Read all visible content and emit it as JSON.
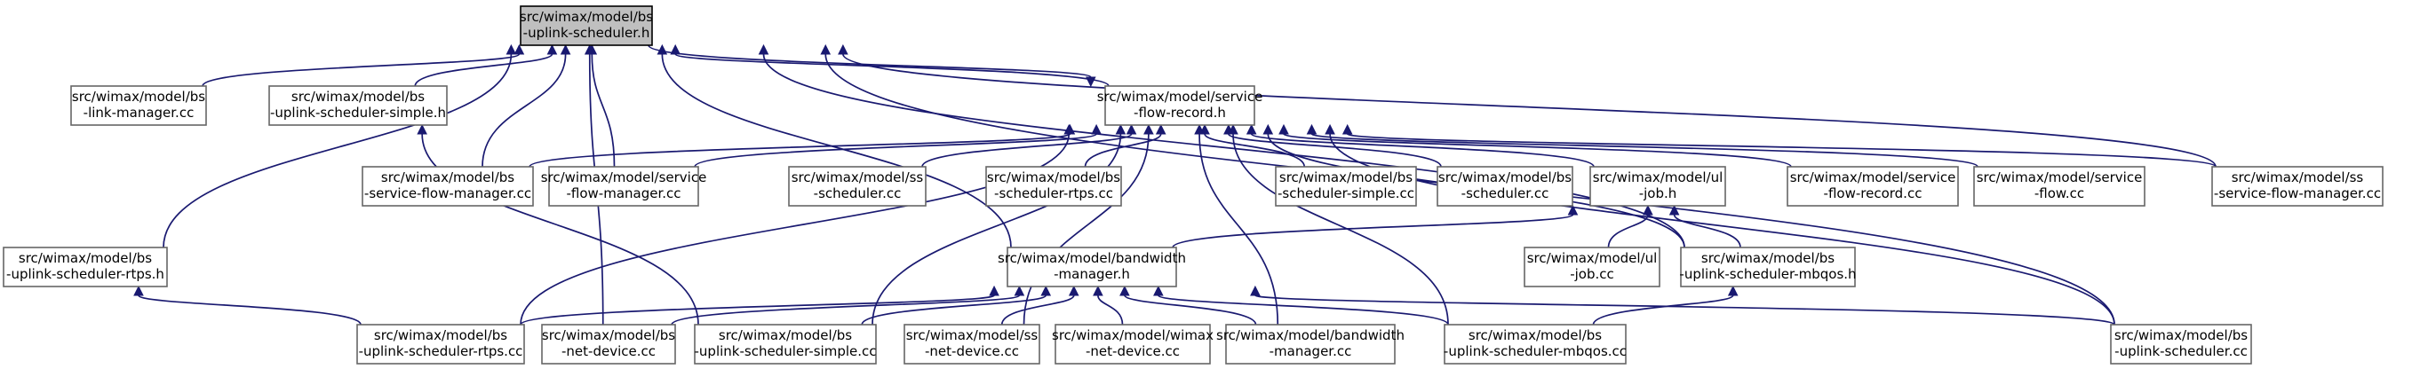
{
  "diagram": {
    "nodes": [
      {
        "id": "n0",
        "lines": [
          "src/wimax/model/bs",
          "-uplink-scheduler.h"
        ],
        "focus": true
      },
      {
        "id": "n1",
        "lines": [
          "src/wimax/model/bs",
          "-link-manager.cc"
        ]
      },
      {
        "id": "n2",
        "lines": [
          "src/wimax/model/bs",
          "-uplink-scheduler-simple.h"
        ]
      },
      {
        "id": "n3",
        "lines": [
          "src/wimax/model/service",
          "-flow-record.h"
        ]
      },
      {
        "id": "n4",
        "lines": [
          "src/wimax/model/bs",
          "-service-flow-manager.cc"
        ]
      },
      {
        "id": "n5",
        "lines": [
          "src/wimax/model/service",
          "-flow-manager.cc"
        ]
      },
      {
        "id": "n6",
        "lines": [
          "src/wimax/model/ss",
          "-scheduler.cc"
        ]
      },
      {
        "id": "n7",
        "lines": [
          "src/wimax/model/bs",
          "-scheduler-rtps.cc"
        ]
      },
      {
        "id": "n8",
        "lines": [
          "src/wimax/model/bs",
          "-scheduler-simple.cc"
        ]
      },
      {
        "id": "n9",
        "lines": [
          "src/wimax/model/bs",
          "-scheduler.cc"
        ]
      },
      {
        "id": "n10",
        "lines": [
          "src/wimax/model/ul",
          "-job.h"
        ]
      },
      {
        "id": "n11",
        "lines": [
          "src/wimax/model/service",
          "-flow-record.cc"
        ]
      },
      {
        "id": "n12",
        "lines": [
          "src/wimax/model/service",
          "-flow.cc"
        ]
      },
      {
        "id": "n13",
        "lines": [
          "src/wimax/model/ss",
          "-service-flow-manager.cc"
        ]
      },
      {
        "id": "n14",
        "lines": [
          "src/wimax/model/bs",
          "-uplink-scheduler-rtps.h"
        ]
      },
      {
        "id": "n15",
        "lines": [
          "src/wimax/model/bandwidth",
          "-manager.h"
        ]
      },
      {
        "id": "n16",
        "lines": [
          "src/wimax/model/ul",
          "-job.cc"
        ]
      },
      {
        "id": "n17",
        "lines": [
          "src/wimax/model/bs",
          "-uplink-scheduler-mbqos.h"
        ]
      },
      {
        "id": "n18",
        "lines": [
          "src/wimax/model/bs",
          "-uplink-scheduler-rtps.cc"
        ]
      },
      {
        "id": "n19",
        "lines": [
          "src/wimax/model/bs",
          "-net-device.cc"
        ]
      },
      {
        "id": "n20",
        "lines": [
          "src/wimax/model/bs",
          "-uplink-scheduler-simple.cc"
        ]
      },
      {
        "id": "n21",
        "lines": [
          "src/wimax/model/ss",
          "-net-device.cc"
        ]
      },
      {
        "id": "n22",
        "lines": [
          "src/wimax/model/wimax",
          "-net-device.cc"
        ]
      },
      {
        "id": "n23",
        "lines": [
          "src/wimax/model/bandwidth",
          "-manager.cc"
        ]
      },
      {
        "id": "n24",
        "lines": [
          "src/wimax/model/bs",
          "-uplink-scheduler-mbqos.cc"
        ]
      },
      {
        "id": "n25",
        "lines": [
          "src/wimax/model/bs",
          "-uplink-scheduler.cc"
        ]
      }
    ],
    "edges": [
      [
        "n0",
        "n1"
      ],
      [
        "n0",
        "n2"
      ],
      [
        "n0",
        "n3"
      ],
      [
        "n0",
        "n4"
      ],
      [
        "n0",
        "n5"
      ],
      [
        "n0",
        "n13"
      ],
      [
        "n0",
        "n14"
      ],
      [
        "n0",
        "n15"
      ],
      [
        "n0",
        "n17"
      ],
      [
        "n0",
        "n19"
      ],
      [
        "n0",
        "n25"
      ],
      [
        "n2",
        "n20"
      ],
      [
        "n3",
        "n4"
      ],
      [
        "n3",
        "n5"
      ],
      [
        "n3",
        "n6"
      ],
      [
        "n3",
        "n7"
      ],
      [
        "n3",
        "n8"
      ],
      [
        "n3",
        "n9"
      ],
      [
        "n3",
        "n10"
      ],
      [
        "n3",
        "n11"
      ],
      [
        "n3",
        "n12"
      ],
      [
        "n3",
        "n13"
      ],
      [
        "n3",
        "n18"
      ],
      [
        "n3",
        "n20"
      ],
      [
        "n3",
        "n21"
      ],
      [
        "n3",
        "n23"
      ],
      [
        "n3",
        "n24"
      ],
      [
        "n3",
        "n17"
      ],
      [
        "n3",
        "n25"
      ],
      [
        "n3",
        "n0"
      ],
      [
        "n10",
        "n15"
      ],
      [
        "n10",
        "n16"
      ],
      [
        "n10",
        "n17"
      ],
      [
        "n14",
        "n18"
      ],
      [
        "n15",
        "n18"
      ],
      [
        "n15",
        "n19"
      ],
      [
        "n15",
        "n20"
      ],
      [
        "n15",
        "n21"
      ],
      [
        "n15",
        "n22"
      ],
      [
        "n15",
        "n23"
      ],
      [
        "n15",
        "n24"
      ],
      [
        "n15",
        "n25"
      ],
      [
        "n17",
        "n24"
      ]
    ]
  }
}
